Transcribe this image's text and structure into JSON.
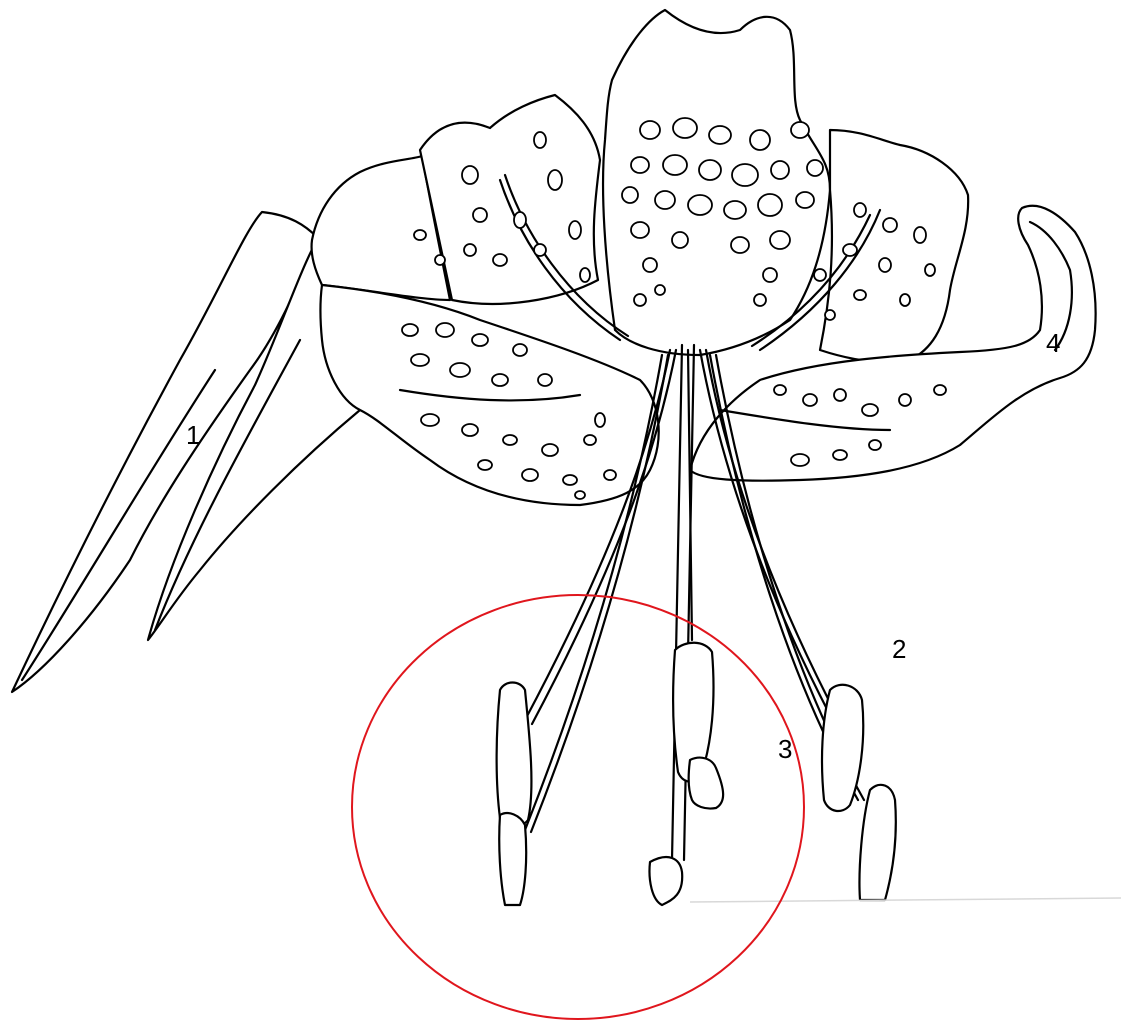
{
  "labels": [
    {
      "id": "leaf",
      "text": "1"
    },
    {
      "id": "anther-right",
      "text": "2"
    },
    {
      "id": "anther-circled",
      "text": "3"
    },
    {
      "id": "tepal",
      "text": "4"
    }
  ],
  "colors": {
    "ink": "#000000",
    "highlight_circle": "#e0161d",
    "background": "#ffffff"
  }
}
